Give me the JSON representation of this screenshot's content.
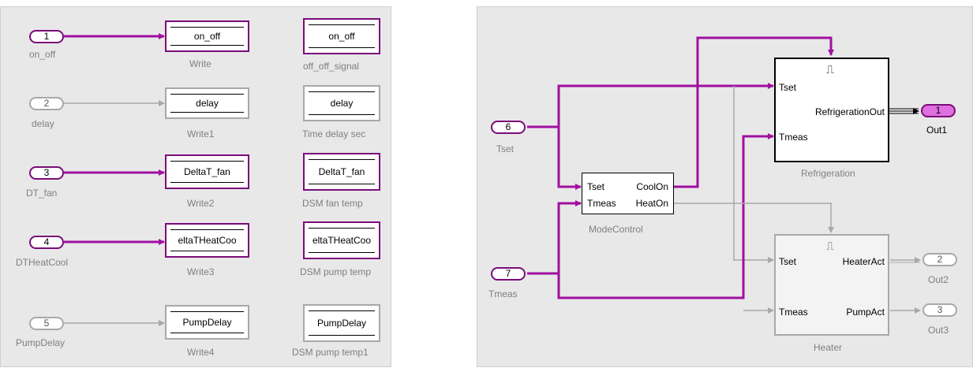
{
  "left_inports": [
    {
      "num": "1",
      "label": "on_off",
      "active": true
    },
    {
      "num": "2",
      "label": "delay",
      "active": false
    },
    {
      "num": "3",
      "label": "DT_fan",
      "active": true
    },
    {
      "num": "4",
      "label": "DTHeatCool",
      "active": true
    },
    {
      "num": "5",
      "label": "PumpDelay",
      "active": false
    }
  ],
  "writes": [
    {
      "text": "on_off",
      "label": "Write"
    },
    {
      "text": "delay",
      "label": "Write1"
    },
    {
      "text": "DeltaT_fan",
      "label": "Write2"
    },
    {
      "text": "eltaTHeatCoo",
      "label": "Write3"
    },
    {
      "text": "PumpDelay",
      "label": "Write4"
    }
  ],
  "memories": [
    {
      "text": "on_off",
      "label": "off_off_signal"
    },
    {
      "text": "delay",
      "label": "Time delay sec"
    },
    {
      "text": "DeltaT_fan",
      "label": "DSM fan temp"
    },
    {
      "text": "eltaTHeatCoo",
      "label": "DSM pump temp"
    },
    {
      "text": "PumpDelay",
      "label": "DSM pump temp1"
    }
  ],
  "right_inports": [
    {
      "num": "6",
      "label": "Tset"
    },
    {
      "num": "7",
      "label": "Tmeas"
    }
  ],
  "modecontrol": {
    "label": "ModeControl",
    "in": [
      "Tset",
      "Tmeas"
    ],
    "out": [
      "CoolOn",
      "HeatOn"
    ]
  },
  "refrigeration": {
    "label": "Refrigeration",
    "trigger": "⎍",
    "in": [
      "Tset",
      "Tmeas"
    ],
    "out": "RefrigerationOut"
  },
  "heater": {
    "label": "Heater",
    "trigger": "⎍",
    "in": [
      "Tset",
      "Tmeas"
    ],
    "out": [
      "HeaterAct",
      "PumpAct"
    ]
  },
  "outports": [
    {
      "num": "1",
      "label": "Out1"
    },
    {
      "num": "2",
      "label": "Out2"
    },
    {
      "num": "3",
      "label": "Out3"
    }
  ],
  "colors": {
    "active_line": "#a00fa0",
    "inactive_line": "#a8a8a8",
    "panel": "#e8e8e8"
  }
}
